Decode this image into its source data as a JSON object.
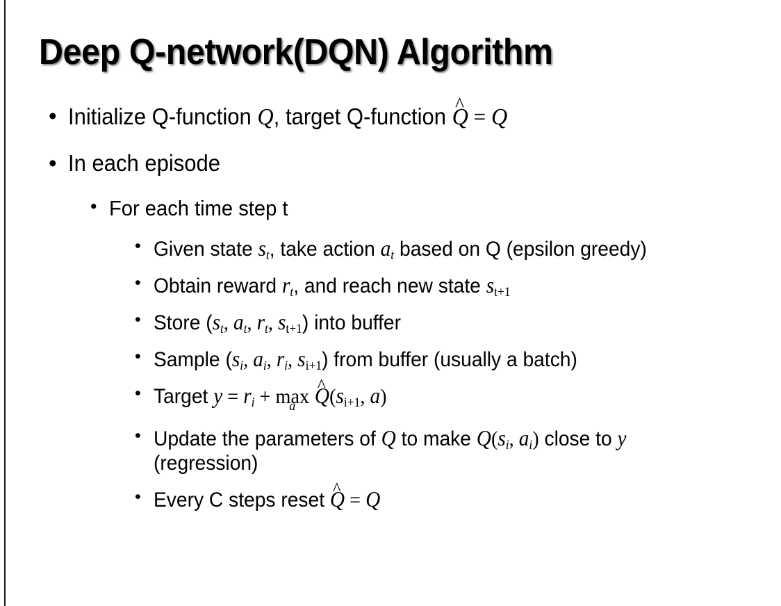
{
  "slide": {
    "title": "Deep Q-network(DQN) Algorithm",
    "background_color": "#ffffff",
    "text_color": "#000000",
    "left_rule_color": "#1a1a1a"
  },
  "bullets": {
    "b1": {
      "level": 1,
      "marker": "bullet-dot",
      "parts": {
        "p1": "Initialize Q-function ",
        "var_q1": "Q",
        "p2": ", target Q-function ",
        "var_qhat": "Q",
        "hat_accent": "^",
        "eq": " = ",
        "var_q2": "Q"
      },
      "plain_text": "Initialize Q-function Q, target Q-function Q̂ = Q"
    },
    "b2": {
      "level": 1,
      "marker": "bullet-dot",
      "text": "In each episode"
    },
    "b3": {
      "level": 2,
      "marker": "bullet-dot",
      "text": "For each time step t"
    },
    "b4": {
      "level": 3,
      "marker": "bullet-dot",
      "parts": {
        "p1": "Given state ",
        "var_s": "s",
        "sub_s": "t",
        "p2": ", take action ",
        "var_a": "a",
        "sub_a": "t",
        "p3": " based on Q (epsilon greedy)"
      },
      "plain_text": "Given state sₜ, take action aₜ based on Q (epsilon greedy)"
    },
    "b5": {
      "level": 3,
      "marker": "bullet-dot",
      "parts": {
        "p1": "Obtain reward ",
        "var_r": "r",
        "sub_r": "t",
        "p2": ", and reach new state ",
        "var_s": "s",
        "sub_s": "t+1"
      },
      "plain_text": "Obtain reward rₜ, and reach new state sₜ₊₁"
    },
    "b6": {
      "level": 3,
      "marker": "bullet-dot",
      "parts": {
        "p1": "Store (",
        "var_s1": "s",
        "sub_s1": "t",
        "c1": ", ",
        "var_a": "a",
        "sub_a": "t",
        "c2": ", ",
        "var_r": "r",
        "sub_r": "t",
        "c3": ", ",
        "var_s2": "s",
        "sub_s2": "t+1",
        "p2": ") into buffer"
      },
      "plain_text": "Store (sₜ, aₜ, rₜ, sₜ₊₁) into buffer"
    },
    "b7": {
      "level": 3,
      "marker": "bullet-dot",
      "parts": {
        "p1": "Sample (",
        "var_s1": "s",
        "sub_s1": "i",
        "c1": ", ",
        "var_a": "a",
        "sub_a": "i",
        "c2": ", ",
        "var_r": "r",
        "sub_r": "i",
        "c3": ", ",
        "var_s2": "s",
        "sub_s2": "i+1",
        "p2": ") from buffer (usually a batch)"
      },
      "plain_text": "Sample (sᵢ, aᵢ, rᵢ, sᵢ₊₁) from buffer (usually a batch)"
    },
    "b8": {
      "level": 3,
      "marker": "bullet-dot",
      "parts": {
        "p1": "Target ",
        "var_y": "y",
        "eq": " = ",
        "var_r": "r",
        "sub_r": "i",
        "plus": " + ",
        "op_max": "max",
        "op_limit": "a",
        "var_qhat": "Q",
        "hat_accent": "^",
        "paren_open": "(",
        "var_s": "s",
        "sub_s": "i+1",
        "c1": ", ",
        "var_a": "a",
        "paren_close": ")"
      },
      "plain_text": "Target y = rᵢ + maxₐ Q̂(sᵢ₊₁, a)"
    },
    "b9": {
      "level": 3,
      "marker": "bullet-dot",
      "parts": {
        "p1": "Update the parameters of ",
        "var_q1": "Q",
        "p2": " to make ",
        "var_q2": "Q",
        "paren_open": "(",
        "var_s": "s",
        "sub_s": "i",
        "c1": ", ",
        "var_a": "a",
        "sub_a": "i",
        "paren_close": ")",
        "p3": " close to ",
        "var_y": "y",
        "p4": " (regression)"
      },
      "plain_text": "Update the parameters of Q to make Q(sᵢ, aᵢ) close to y (regression)"
    },
    "b10": {
      "level": 3,
      "marker": "bullet-dot",
      "parts": {
        "p1": "Every C steps reset ",
        "var_qhat": "Q",
        "hat_accent": "^",
        "eq": " = ",
        "var_q": "Q"
      },
      "plain_text": "Every C steps reset Q̂ = Q"
    }
  },
  "icons": {
    "bullet_dot": "•"
  }
}
